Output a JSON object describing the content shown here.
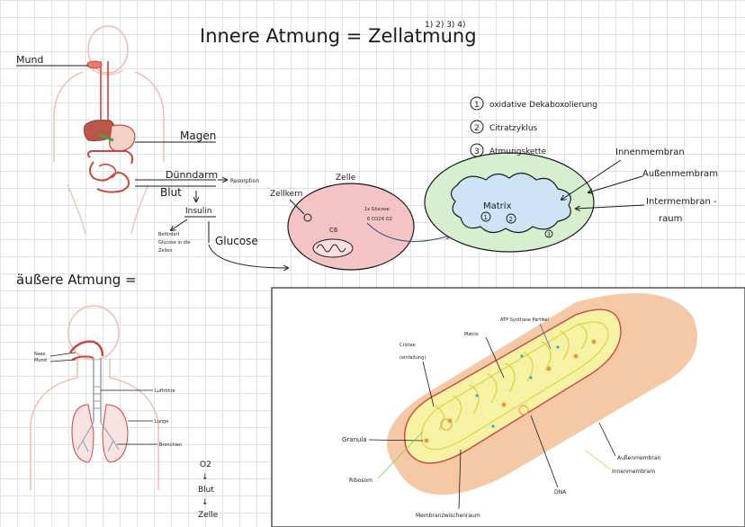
{
  "title": "Innere Atmung = Zellatmung",
  "title_steps": "1) 2) 3) 4)",
  "steps": [
    {
      "num": "1",
      "label": "oxidative Dekaboxolierung"
    },
    {
      "num": "2",
      "label": "Citratzyklus"
    },
    {
      "num": "3",
      "label": "Atmungskette"
    }
  ],
  "digestion": {
    "mund": "Mund",
    "magen": "Magen",
    "duenndarm": "Dünndarm",
    "resorption": "Resorption",
    "blut": "Blut",
    "insulin": "Insulin",
    "befoerdert": [
      "Befördert",
      "Glucose in die",
      "Zellen"
    ],
    "glucose": "Glucose"
  },
  "cell": {
    "zelle": "Zelle",
    "zellkern": "Zellkern",
    "glucose_line": "1x Glucose",
    "c6": "C6",
    "co2": "6 CO2",
    "o2": "6 O2"
  },
  "mito_overview": {
    "matrix": "Matrix",
    "n1": "1",
    "n2": "2",
    "n3": "3",
    "innenmembran": "Innenmembran",
    "aussenmembran": "Außenmembram",
    "intermembran": [
      "Intermembran -",
      "raum"
    ]
  },
  "aeussere": {
    "title": "äußere Atmung =",
    "nase": "Nase",
    "mund": "Mund",
    "luftroehre": "Luftröhre",
    "lunge": "Lunge",
    "bronchien": "Bronchien",
    "chain": [
      "O2",
      "↓",
      "Blut",
      "↓",
      "Zelle"
    ]
  },
  "mito_detail": {
    "atp": "ATP Synthase Partikel",
    "matrix": "Matrix",
    "cristae": [
      "Cristae",
      "(einfaltung)"
    ],
    "granula": "Granula",
    "ribosom": "Ribosom",
    "dna": "DNA",
    "aussen": "Außenmembran",
    "innen": "Innenmembram",
    "zwischen": "Membranzwischenraum"
  },
  "colors": {
    "ink": "#1a1a1a",
    "cell_fill": "#f4c3c3",
    "mito_outer": "#d6f0cf",
    "mito_matrix": "#cfe3f6",
    "detail_bg": "#f6c9a6",
    "detail_body": "#f6f2a3",
    "body_outline": "#f2b9a3",
    "organ_red": "#c9473f"
  }
}
